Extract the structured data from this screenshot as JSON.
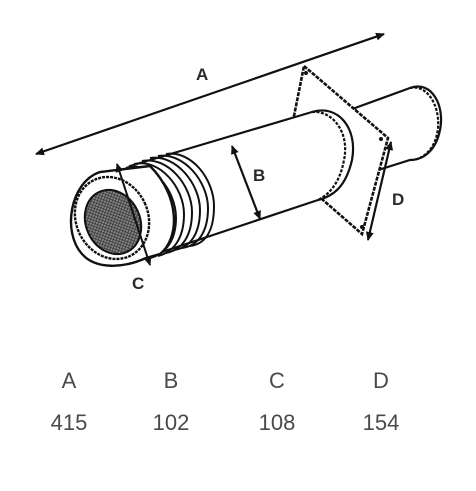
{
  "diagram": {
    "labels": {
      "a": "A",
      "b": "B",
      "c": "C",
      "d": "D"
    },
    "colors": {
      "outline": "#111111",
      "mesh_fill": "#6e6e6e",
      "text": "#4a4a4a"
    }
  },
  "table": {
    "columns": [
      {
        "letter": "A",
        "value": "415"
      },
      {
        "letter": "B",
        "value": "102"
      },
      {
        "letter": "C",
        "value": "108"
      },
      {
        "letter": "D",
        "value": "154"
      }
    ]
  }
}
